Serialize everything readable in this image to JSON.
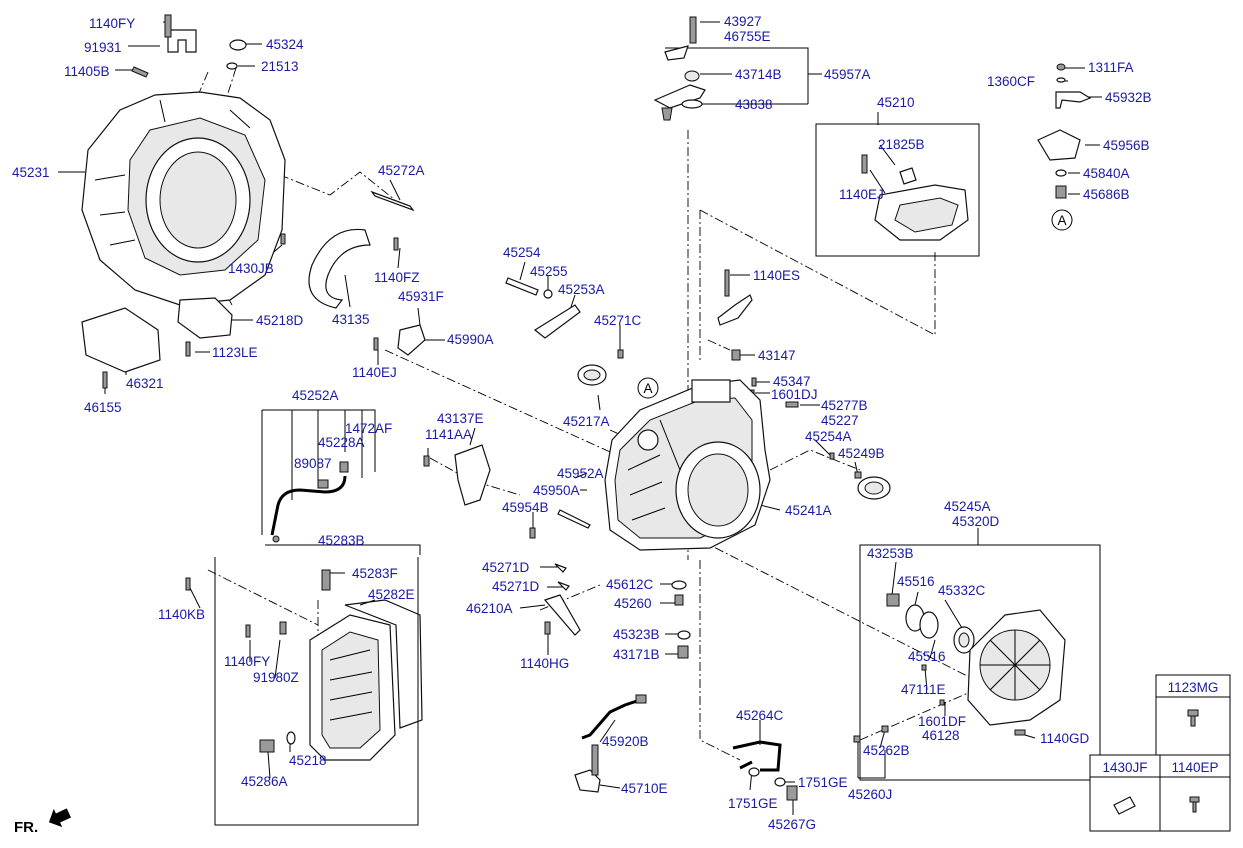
{
  "diagram": {
    "fr_label": "FR.",
    "callout_a": "A",
    "labels": [
      "1140FY",
      "91931",
      "11405B",
      "45324",
      "21513",
      "45231",
      "45272A",
      "1430JB",
      "1140FZ",
      "43135",
      "45218D",
      "1123LE",
      "46321",
      "46155",
      "45931F",
      "45990A",
      "1140EJ",
      "45252A",
      "1472AF",
      "45228A",
      "89087",
      "1141AA",
      "43137E",
      "45283B",
      "45283F",
      "1140KB",
      "45282E",
      "1140FY",
      "91980Z",
      "45218",
      "45286A",
      "43927",
      "46755E",
      "43714B",
      "45957A",
      "43838",
      "45254",
      "45255",
      "45253A",
      "45271C",
      "45217A",
      "1140ES",
      "43147",
      "45347",
      "1601DJ",
      "45277B",
      "45227",
      "45254A",
      "45249B",
      "45241A",
      "45952A",
      "45950A",
      "45954B",
      "45271D",
      "45271D",
      "46210A",
      "1140HG",
      "45612C",
      "45260",
      "45323B",
      "43171B",
      "45920B",
      "45710E",
      "45264C",
      "1751GE",
      "1751GE",
      "45267G",
      "45210",
      "21825B",
      "1140EJ",
      "1311FA",
      "1360CF",
      "45932B",
      "45956B",
      "45840A",
      "45686B",
      "45245A",
      "45320D",
      "43253B",
      "45516",
      "45332C",
      "45516",
      "47111E",
      "1601DF",
      "46128",
      "1140GD",
      "45262B",
      "45260J"
    ],
    "legend": [
      {
        "code": "1123MG"
      },
      {
        "code": "1430JF"
      },
      {
        "code": "1140EP"
      }
    ]
  }
}
